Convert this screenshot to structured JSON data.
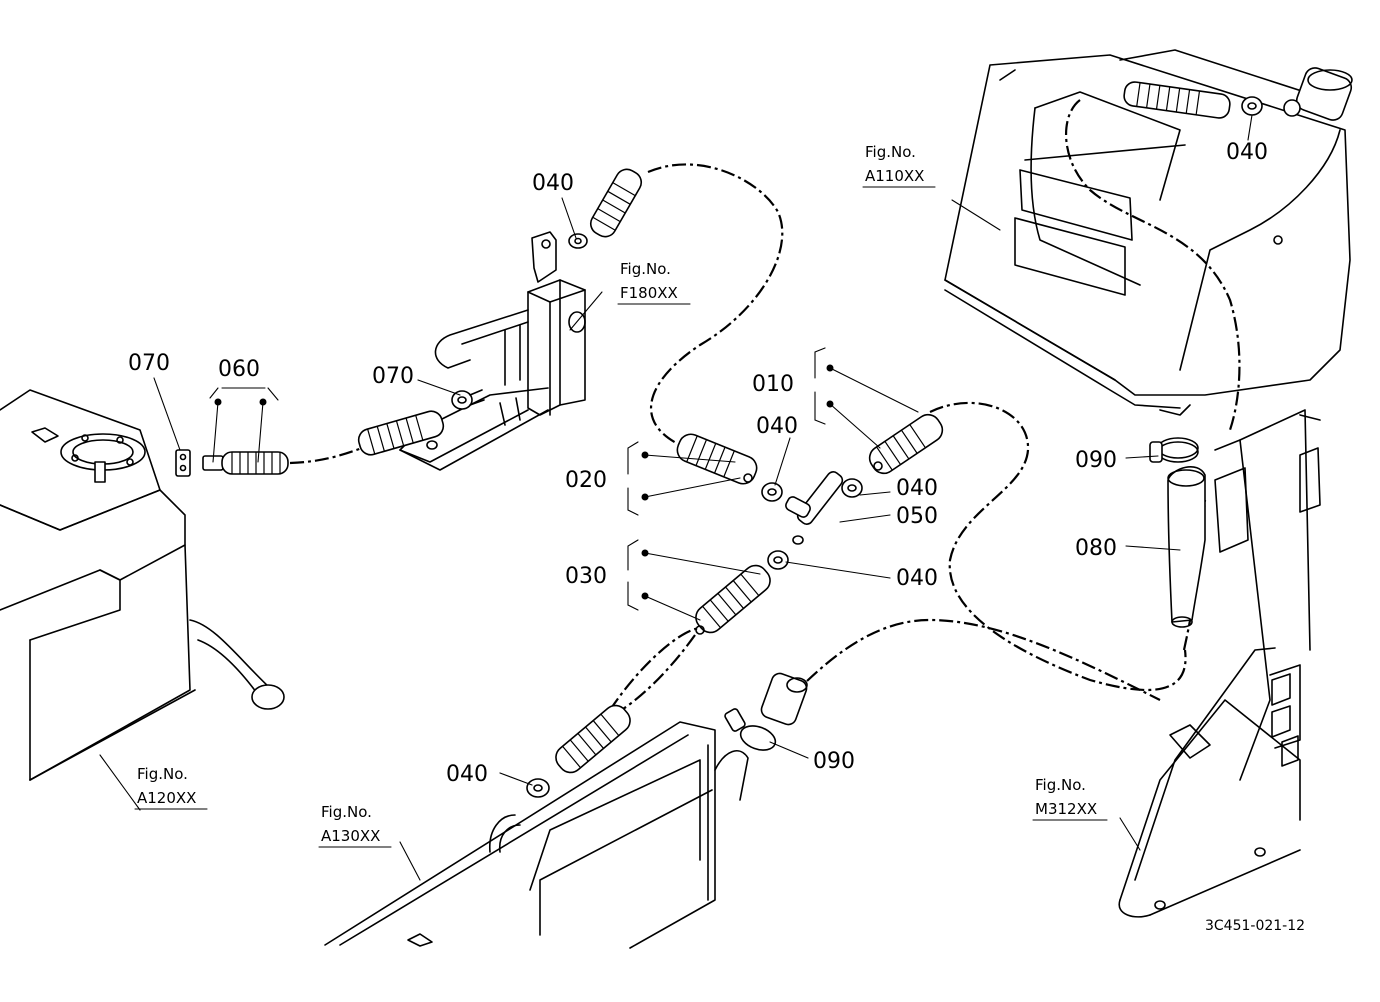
{
  "part_numbers": {
    "p040_top_left": "040",
    "p040_top_right": "040",
    "p040_center_top": "040",
    "p040_center_right": "040",
    "p040_center_mid": "040",
    "p040_bottom": "040",
    "p070_left": "070",
    "p070_mid": "070",
    "p060": "060",
    "p010": "010",
    "p020": "020",
    "p030": "030",
    "p050": "050",
    "p080": "080",
    "p090_top": "090",
    "p090_bottom": "090"
  },
  "figure_refs": {
    "f180": {
      "label": "Fig.No.",
      "code": "F180XX"
    },
    "a110": {
      "label": "Fig.No.",
      "code": "A110XX"
    },
    "a120": {
      "label": "Fig.No.",
      "code": "A120XX"
    },
    "a130": {
      "label": "Fig.No.",
      "code": "A130XX"
    },
    "m312": {
      "label": "Fig.No.",
      "code": "M312XX"
    }
  },
  "drawing_code": "3C451-021-12"
}
